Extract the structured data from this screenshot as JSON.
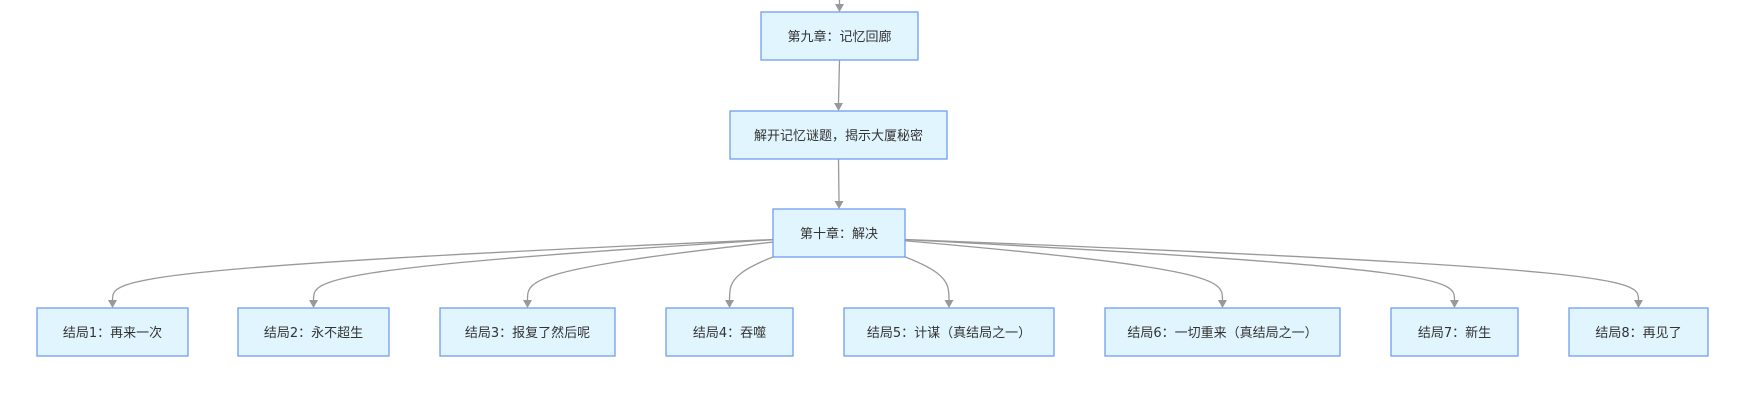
{
  "flowchart": {
    "nodes": [
      {
        "id": "ch9",
        "label": "第九章：记忆回廊"
      },
      {
        "id": "reveal",
        "label": "解开记忆谜题，揭示大厦秘密"
      },
      {
        "id": "ch10",
        "label": "第十章：解决"
      },
      {
        "id": "end1",
        "label": "结局1：再来一次"
      },
      {
        "id": "end2",
        "label": "结局2：永不超生"
      },
      {
        "id": "end3",
        "label": "结局3：报复了然后呢"
      },
      {
        "id": "end4",
        "label": "结局4：吞噬"
      },
      {
        "id": "end5",
        "label": "结局5：计谋（真结局之一）"
      },
      {
        "id": "end6",
        "label": "结局6：一切重来（真结局之一）"
      },
      {
        "id": "end7",
        "label": "结局7：新生"
      },
      {
        "id": "end8",
        "label": "结局8：再见了"
      }
    ],
    "edges": [
      {
        "from": "",
        "to": "ch9"
      },
      {
        "from": "ch9",
        "to": "reveal"
      },
      {
        "from": "reveal",
        "to": "ch10"
      },
      {
        "from": "ch10",
        "to": "end1"
      },
      {
        "from": "ch10",
        "to": "end2"
      },
      {
        "from": "ch10",
        "to": "end3"
      },
      {
        "from": "ch10",
        "to": "end4"
      },
      {
        "from": "ch10",
        "to": "end5"
      },
      {
        "from": "ch10",
        "to": "end6"
      },
      {
        "from": "ch10",
        "to": "end7"
      },
      {
        "from": "ch10",
        "to": "end8"
      }
    ],
    "colors": {
      "node_fill": "#e1f5fe",
      "node_border": "#6f9ef0",
      "edge": "#999999",
      "text": "#333333"
    }
  }
}
